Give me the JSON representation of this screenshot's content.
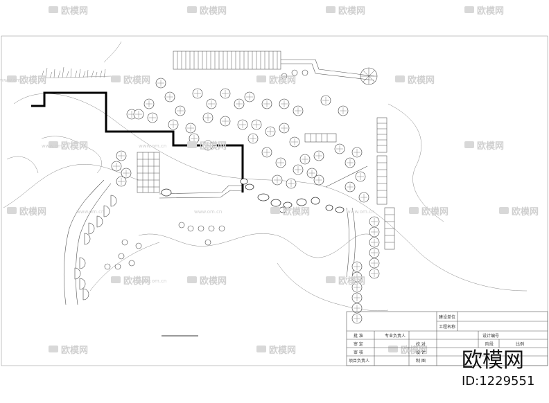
{
  "title_block": {
    "construction_unit": "建设单位",
    "project_name": "工程名称",
    "design_number": "设计编号",
    "stage": "阶段",
    "scale": "比例",
    "approve": "批 准",
    "professional_lead": "专业负责人",
    "check_a": "审 定",
    "check_b": "校 对",
    "review": "审 核",
    "design": "设 计",
    "project_lead": "项目负责人",
    "drawing": "制 图"
  },
  "watermark": {
    "brand": "欧模网",
    "url": "www.om.cn"
  },
  "brand_badge": {
    "logo_text": "欧模网",
    "id_text": "ID:1229551"
  },
  "colors": {
    "line": "#333333",
    "wall": "#000000",
    "watermark": "#d0d0d0"
  }
}
